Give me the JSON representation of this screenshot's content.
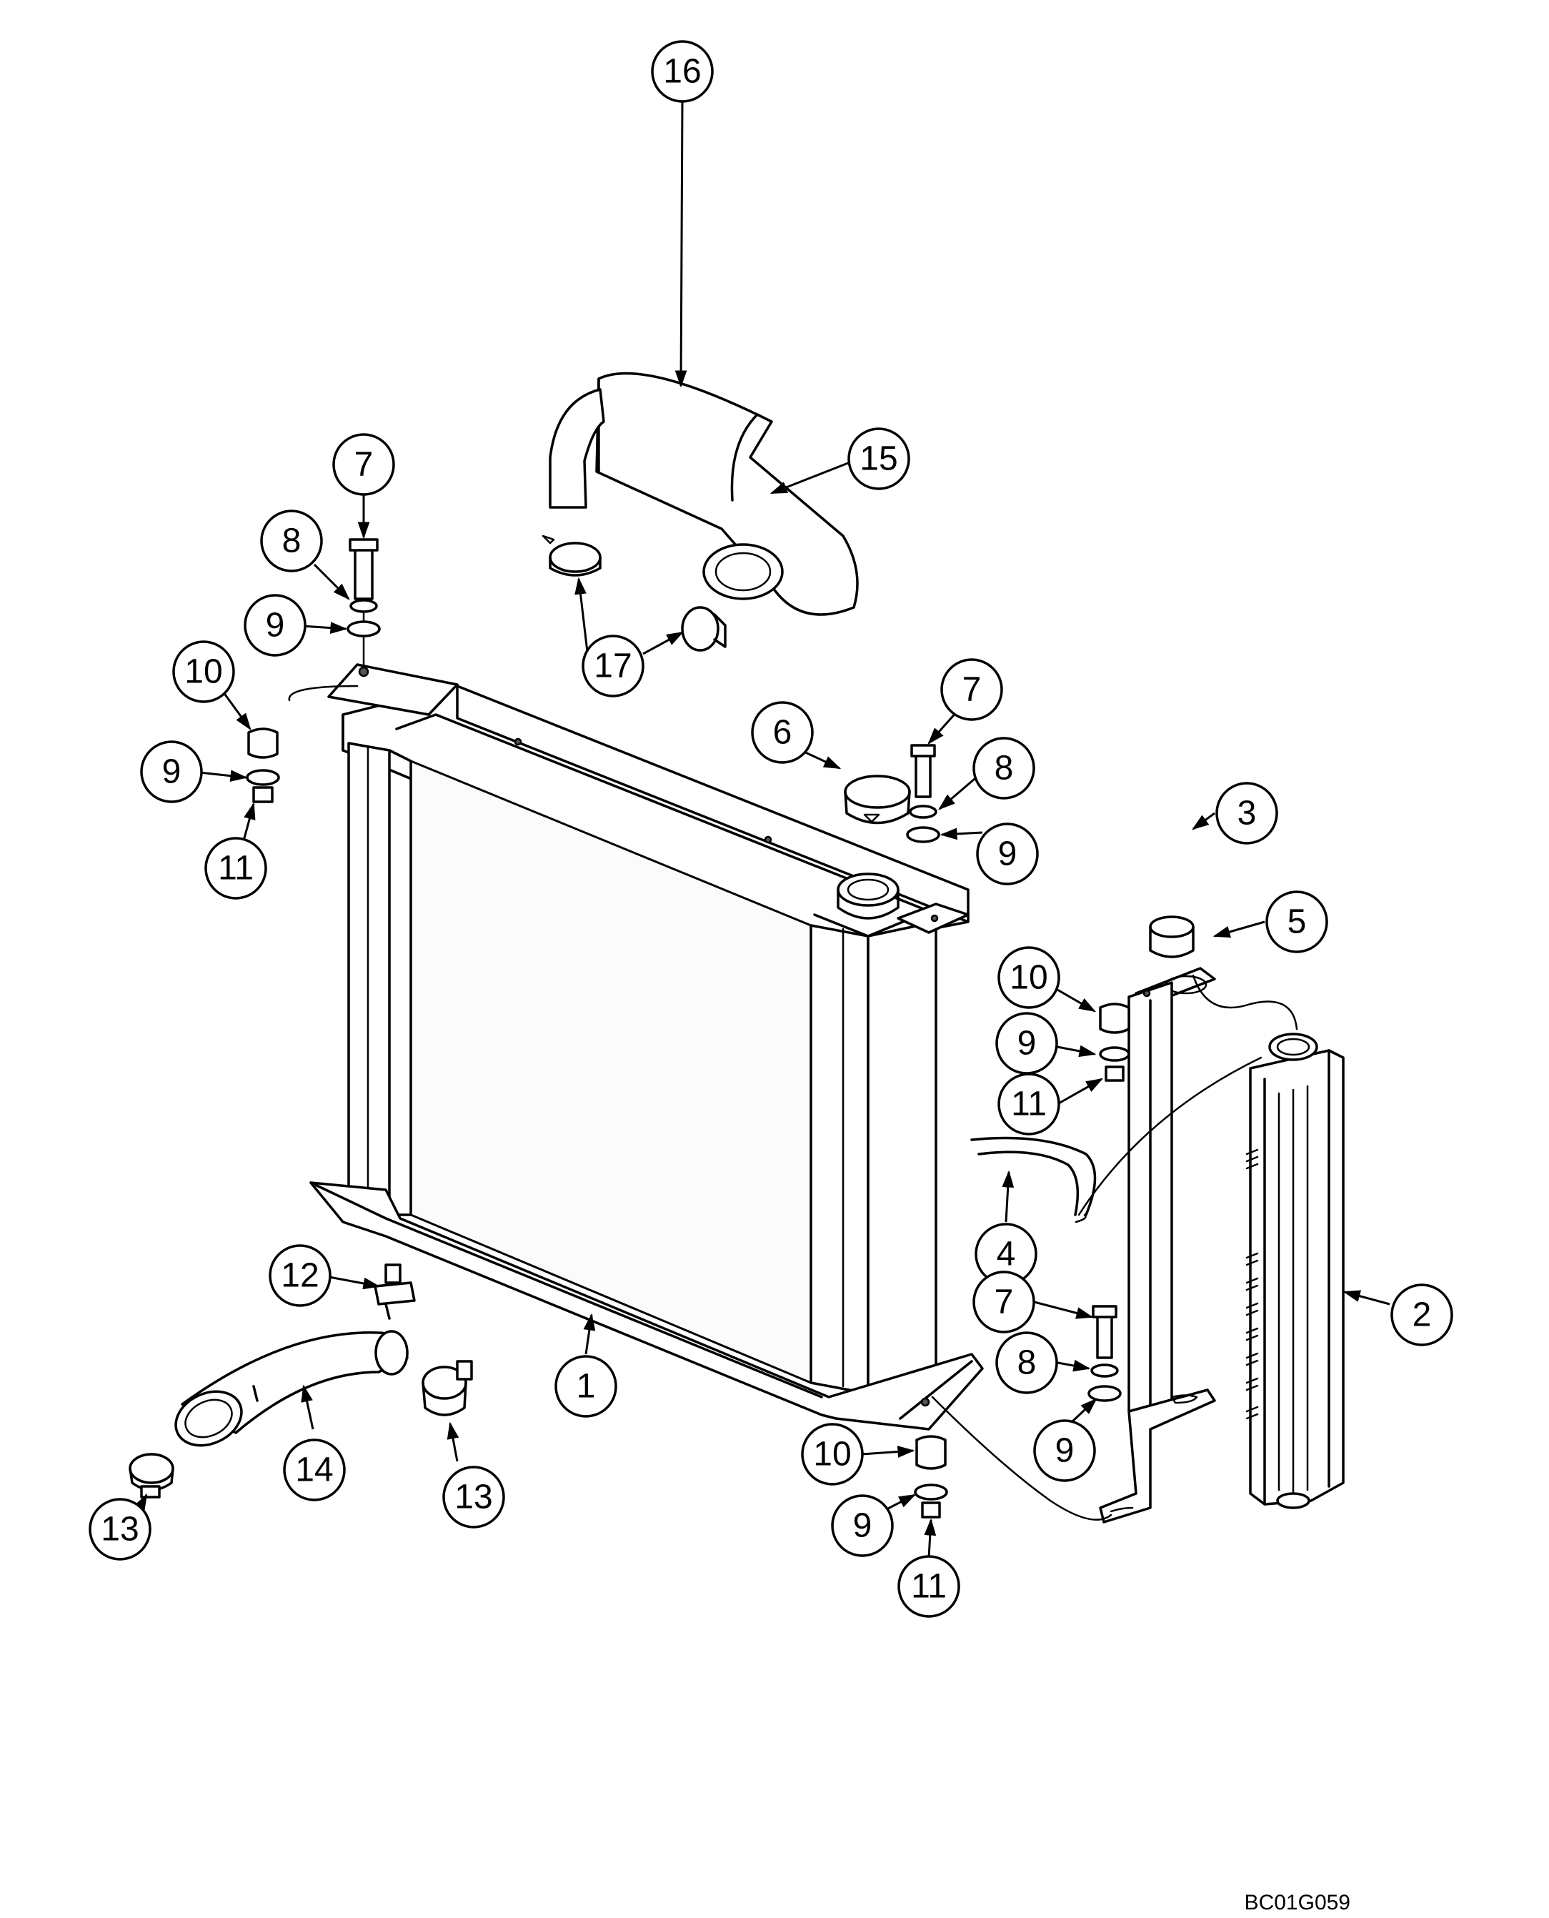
{
  "drawing_code": "BC01G059",
  "callouts": [
    {
      "label": "1"
    },
    {
      "label": "2"
    },
    {
      "label": "3"
    },
    {
      "label": "4"
    },
    {
      "label": "5"
    },
    {
      "label": "6"
    },
    {
      "label": "7"
    },
    {
      "label": "8"
    },
    {
      "label": "9"
    },
    {
      "label": "10"
    },
    {
      "label": "11"
    },
    {
      "label": "12"
    },
    {
      "label": "13"
    },
    {
      "label": "14"
    },
    {
      "label": "15"
    },
    {
      "label": "16"
    },
    {
      "label": "17"
    }
  ]
}
